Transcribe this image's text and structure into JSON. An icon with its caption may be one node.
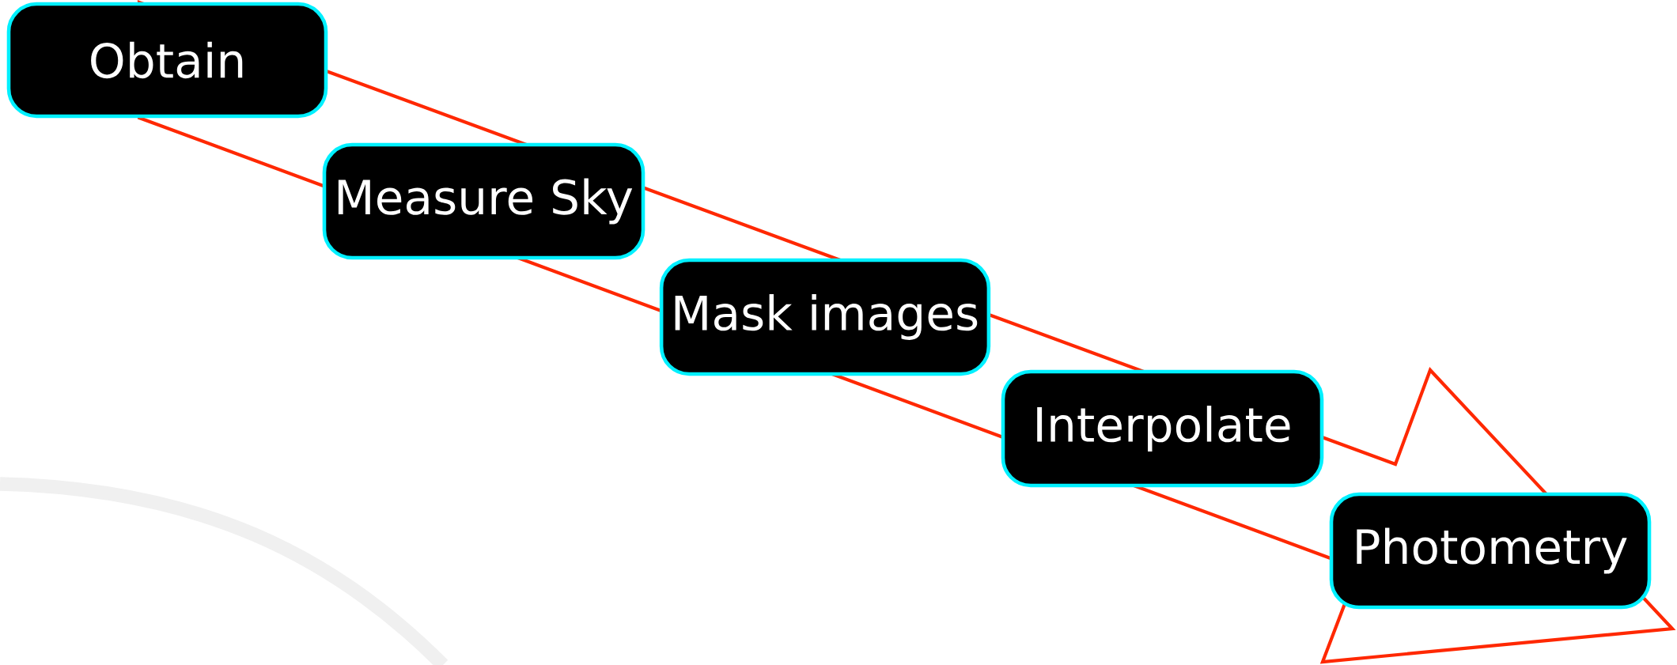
{
  "diagram": {
    "nodes": [
      {
        "text": [
          "Obtain"
        ]
      },
      {
        "text": [
          "Measure Sky"
        ]
      },
      {
        "text": [
          "Mask images"
        ]
      },
      {
        "text": [
          "Interpolate"
        ]
      },
      {
        "text": [
          "Photometry"
        ]
      }
    ]
  }
}
